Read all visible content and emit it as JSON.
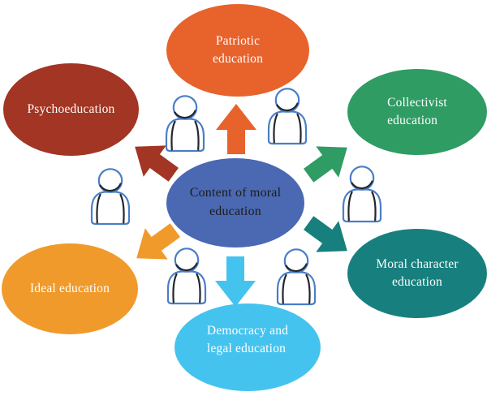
{
  "diagram": {
    "center": {
      "label": "Content of moral\neducation",
      "fill": "#4a69b2",
      "text_color": "#1c1c1c"
    },
    "nodes": [
      {
        "id": "patriotic-education",
        "label": "Patriotic\neducation",
        "fill": "#e8622c",
        "text_color": "#ffffff"
      },
      {
        "id": "collectivist-education",
        "label": "Collectivist\neducation",
        "fill": "#2f9c64",
        "text_color": "#ffffff"
      },
      {
        "id": "moral-character-education",
        "label": "Moral character\neducation",
        "fill": "#17807e",
        "text_color": "#ffffff"
      },
      {
        "id": "democracy-legal-education",
        "label": "Democracy and\nlegal education",
        "fill": "#44c3ef",
        "text_color": "#ffffff"
      },
      {
        "id": "ideal-education",
        "label": "Ideal education",
        "fill": "#f09a2b",
        "text_color": "#ffffff"
      },
      {
        "id": "psychoeducation",
        "label": "Psychoeducation",
        "fill": "#a23523",
        "text_color": "#ffffff"
      }
    ],
    "arrows": [
      {
        "direction": "up",
        "color": "#e8622c"
      },
      {
        "direction": "up-left",
        "color": "#a23523"
      },
      {
        "direction": "up-right",
        "color": "#2f9c64"
      },
      {
        "direction": "down-right",
        "color": "#17807e"
      },
      {
        "direction": "down",
        "color": "#44c3ef"
      },
      {
        "direction": "down-left",
        "color": "#f09a2b"
      }
    ],
    "person_icon": {
      "outline_color": "#4a7ec7",
      "accent_color": "#23262b",
      "count": 6
    }
  }
}
